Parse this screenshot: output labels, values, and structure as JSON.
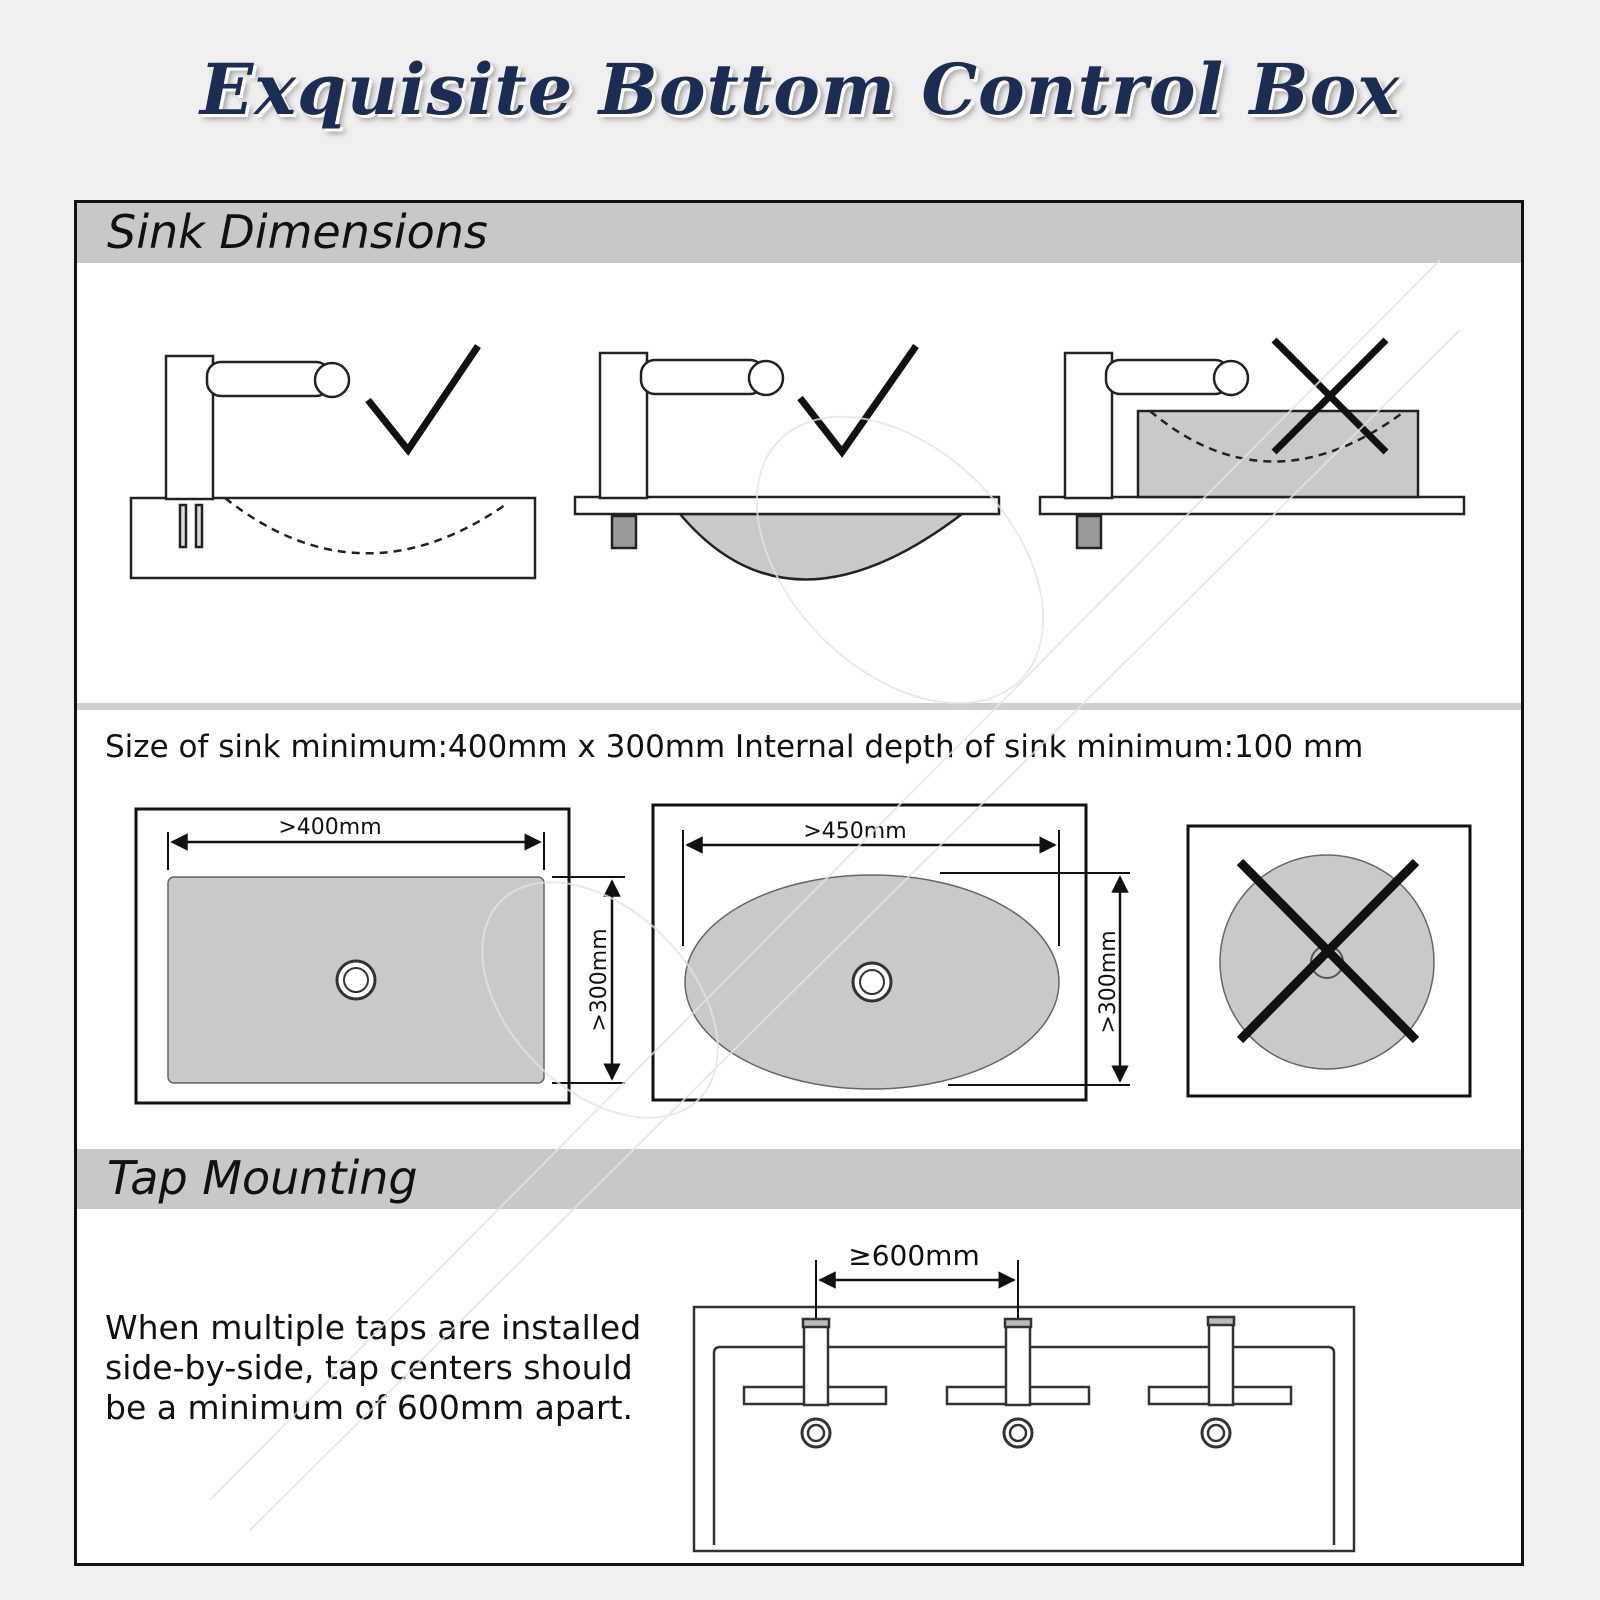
{
  "title": "Exquisite Bottom Control Box",
  "sections": {
    "sink_dimensions": {
      "heading": "Sink Dimensions",
      "size_note": "Size of sink minimum:400mm x 300mm Internal depth of sink minimum:100 mm",
      "labels": {
        "rect_width": ">400mm",
        "rect_height": ">300mm",
        "oval_width": ">450mm",
        "oval_height": ">300mm"
      }
    },
    "tap_mounting": {
      "heading": "Tap Mounting",
      "note": "When multiple taps are installed side-by-side, tap centers should be a minimum of 600mm apart.",
      "spacing_label": "≥600mm"
    }
  },
  "colors": {
    "title": "#1b2d52",
    "band": "#c8c8c8",
    "basin_fill": "#c9c9c9"
  }
}
